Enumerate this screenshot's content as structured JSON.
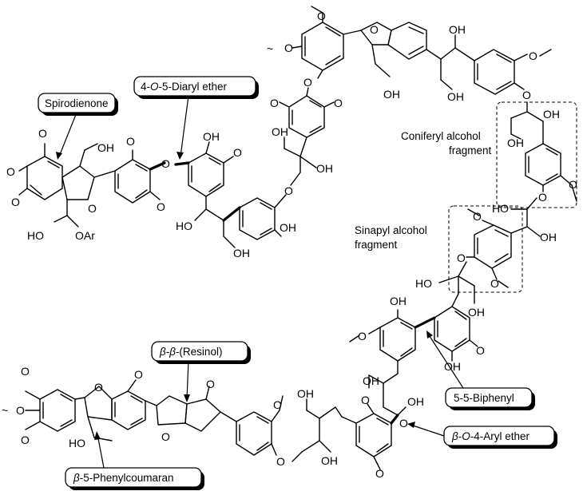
{
  "callouts": {
    "spirodienone": "Spirodienone",
    "diaryl_ether_pre": "4-",
    "diaryl_ether_o": "O",
    "diaryl_ether_post": "-5-Diaryl ether",
    "resinol_beta1": "β",
    "resinol_dash": "-",
    "resinol_beta2": "β",
    "resinol_post": "-(Resinol)",
    "biphenyl": "5-5-Biphenyl",
    "aryl_ether_beta": "β",
    "aryl_ether_dash": "-",
    "aryl_ether_o": "O",
    "aryl_ether_post": "-4-Aryl ether",
    "phenylcoumaran_beta": "β",
    "phenylcoumaran_post": "-5-Phenylcoumaran"
  },
  "fragments": {
    "coniferyl_line1": "Coniferyl alcohol",
    "coniferyl_line2": "fragment",
    "sinapyl_line1": "Sinapyl alcohol",
    "sinapyl_line2": "fragment"
  },
  "atoms": {
    "O": "O",
    "OH": "OH",
    "HO": "HO",
    "OAr": "OAr"
  }
}
